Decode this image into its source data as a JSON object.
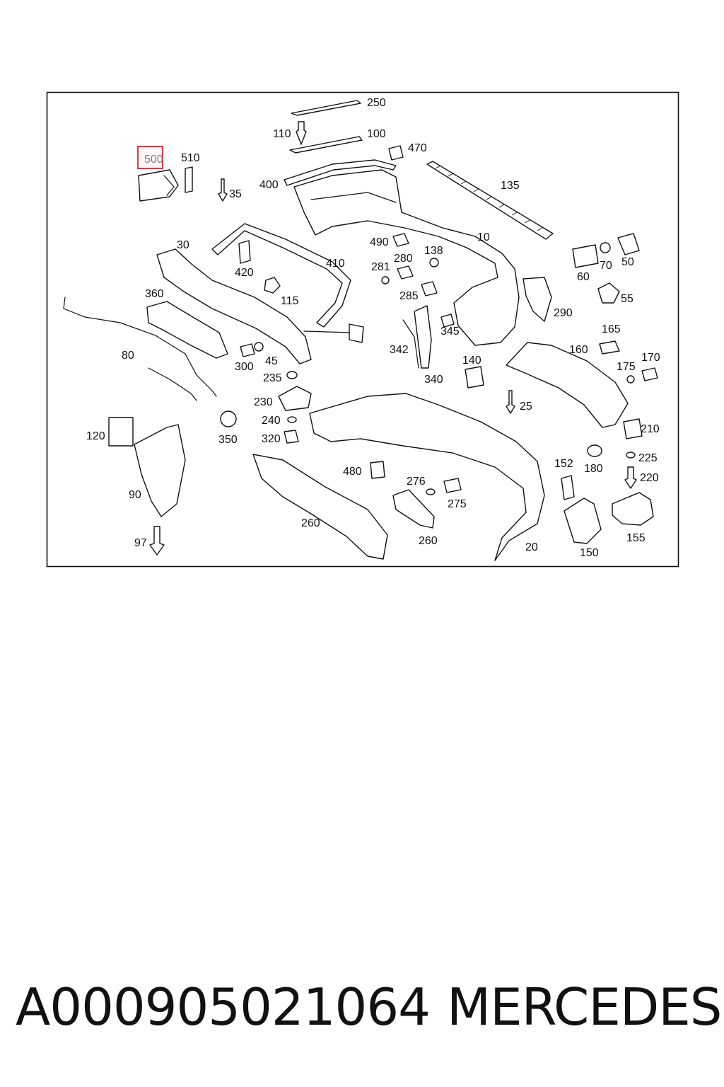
{
  "diagram": {
    "highlight_color": "#cc2b36",
    "labels": [
      "250",
      "110",
      "100",
      "470",
      "500",
      "510",
      "35",
      "400",
      "135",
      "30",
      "420",
      "410",
      "490",
      "280",
      "138",
      "281",
      "10",
      "60",
      "70",
      "50",
      "115",
      "285",
      "360",
      "55",
      "290",
      "345",
      "342",
      "165",
      "80",
      "45",
      "160",
      "170",
      "300",
      "175",
      "140",
      "340",
      "235",
      "230",
      "25",
      "210",
      "240",
      "120",
      "350",
      "320",
      "225",
      "180",
      "152",
      "480",
      "220",
      "276",
      "90",
      "275",
      "260",
      "260",
      "155",
      "97",
      "20",
      "150"
    ],
    "highlighted_label": "500"
  },
  "caption": {
    "part_number": "A000905021064",
    "brand": "MERCEDES"
  }
}
